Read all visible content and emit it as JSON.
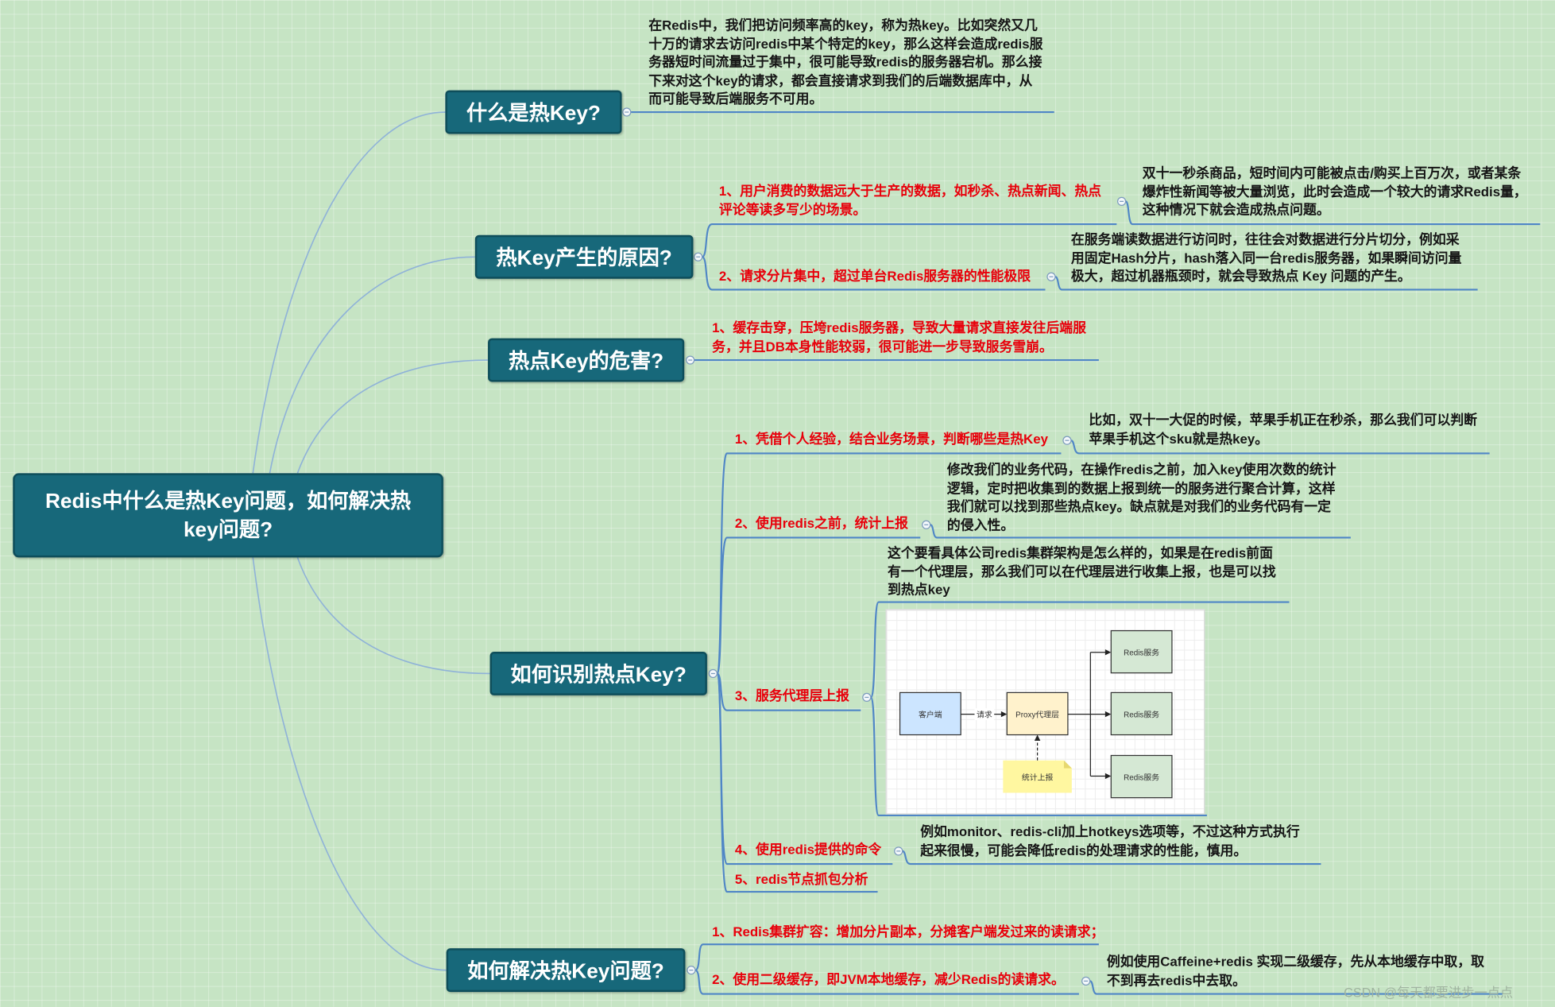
{
  "central": {
    "title": "Redis中什么是热Key问题，如何解决热key问题?"
  },
  "branches": [
    {
      "title": "什么是热Key?",
      "children": [
        {
          "lines": [
            "在Redis中，我们把访问频率高的key，称为热key。比如突然又几",
            "十万的请求去访问redis中某个特定的key，那么这样会造成redis服",
            "务器短时间流量过于集中，很可能导致redis的服务器宕机。那么接",
            "下来对这个key的请求，都会直接请求到我们的后端数据库中，从",
            "而可能导致后端服务不可用。"
          ]
        }
      ]
    },
    {
      "title": "热Key产生的原因?",
      "children": [
        {
          "lines": [
            "1、用户消费的数据远大于生产的数据，如秒杀、热点新闻、热点",
            "评论等读多写少的场景。"
          ],
          "detail": [
            "双十一秒杀商品，短时间内可能被点击/购买上百万次，或者某条",
            "爆炸性新闻等被大量浏览，此时会造成一个较大的请求Redis量，",
            "这种情况下就会造成热点问题。"
          ]
        },
        {
          "lines": [
            "2、请求分片集中，超过单台Redis服务器的性能极限"
          ],
          "detail": [
            "在服务端读数据进行访问时，往往会对数据进行分片切分，例如采",
            "用固定Hash分片，hash落入同一台redis服务器，如果瞬间访问量",
            "极大，超过机器瓶颈时，就会导致热点 Key 问题的产生。"
          ]
        }
      ]
    },
    {
      "title": "热点Key的危害?",
      "children": [
        {
          "lines": [
            "1、缓存击穿，压垮redis服务器，导致大量请求直接发往后端服",
            "务，并且DB本身性能较弱，很可能进一步导致服务雪崩。"
          ]
        }
      ]
    },
    {
      "title": "如何识别热点Key?",
      "children": [
        {
          "lines": [
            "1、凭借个人经验，结合业务场景，判断哪些是热Key"
          ],
          "detail": [
            "比如，双十一大促的时候，苹果手机正在秒杀，那么我们可以判断",
            "苹果手机这个sku就是热key。"
          ]
        },
        {
          "lines": [
            "2、使用redis之前，统计上报"
          ],
          "detail": [
            "修改我们的业务代码，在操作redis之前，加入key使用次数的统计",
            "逻辑，定时把收集到的数据上报到统一的服务进行聚合计算，这样",
            "我们就可以找到那些热点key。缺点就是对我们的业务代码有一定",
            "的侵入性。"
          ]
        },
        {
          "lines": [
            "3、服务代理层上报"
          ],
          "detail": [
            "这个要看具体公司redis集群架构是怎么样的，如果是在redis前面",
            "有一个代理层，那么我们可以在代理层进行收集上报，也是可以找",
            "到热点key"
          ],
          "figure": {
            "client": "客户端",
            "request": "请求",
            "proxy": "Proxy代理层",
            "redis": [
              "Redis服务",
              "Redis服务",
              "Redis服务"
            ],
            "report": "统计上报"
          }
        },
        {
          "lines": [
            "4、使用redis提供的命令"
          ],
          "detail": [
            "例如monitor、redis-cli加上hotkeys选项等，不过这种方式执行",
            "起来很慢，可能会降低redis的处理请求的性能，慎用。"
          ]
        },
        {
          "lines": [
            "5、redis节点抓包分析"
          ]
        }
      ]
    },
    {
      "title": "如何解决热Key问题?",
      "children": [
        {
          "lines": [
            "1、Redis集群扩容：增加分片副本，分摊客户端发过来的读请求；"
          ]
        },
        {
          "lines": [
            "2、使用二级缓存，即JVM本地缓存，减少Redis的读请求。"
          ],
          "detail": [
            "例如使用Caffeine+redis 实现二级缓存，先从本地缓存中取，取",
            "不到再去redis中去取。"
          ]
        }
      ]
    }
  ],
  "watermark": "CSDN @每天都要进步一点点",
  "colors": {
    "background": "#c6e4c4",
    "topic_fill": "#17687a",
    "topic_text": "#ffffff",
    "red_text": "#e8000b",
    "black_text": "#161616",
    "connector": "#4f86c6",
    "client_fill": "#cce5ff",
    "proxy_fill": "#fff2cc",
    "redis_fill": "#d5e8d4",
    "note_fill": "#fff7a0"
  }
}
